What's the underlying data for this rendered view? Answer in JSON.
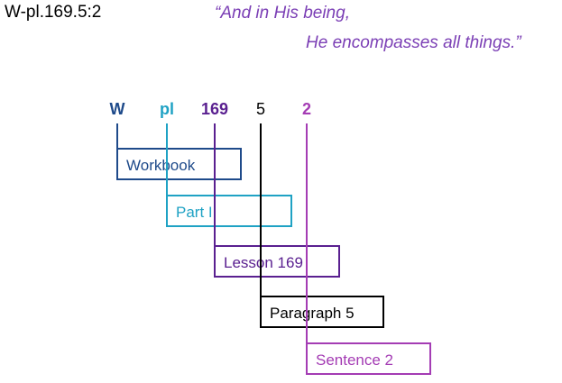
{
  "reference": "W-pl.169.5:2",
  "quote": {
    "line1": "“And in His being,",
    "line2": "He encompasses all things.”",
    "color": "#7b3fb5"
  },
  "segments": [
    {
      "code": "W",
      "label": "Workbook",
      "color": "#1e4a8a",
      "code_bold": true
    },
    {
      "code": "pl",
      "label": "Part I",
      "color": "#1fa2c4",
      "code_bold": true
    },
    {
      "code": "169",
      "label": "Lesson 169",
      "color": "#5a2090",
      "code_bold": true
    },
    {
      "code": "5",
      "label": "Paragraph 5",
      "color": "#000000",
      "code_bold": false
    },
    {
      "code": "2",
      "label": "Sentence 2",
      "color": "#a43cb4",
      "code_bold": true
    }
  ]
}
